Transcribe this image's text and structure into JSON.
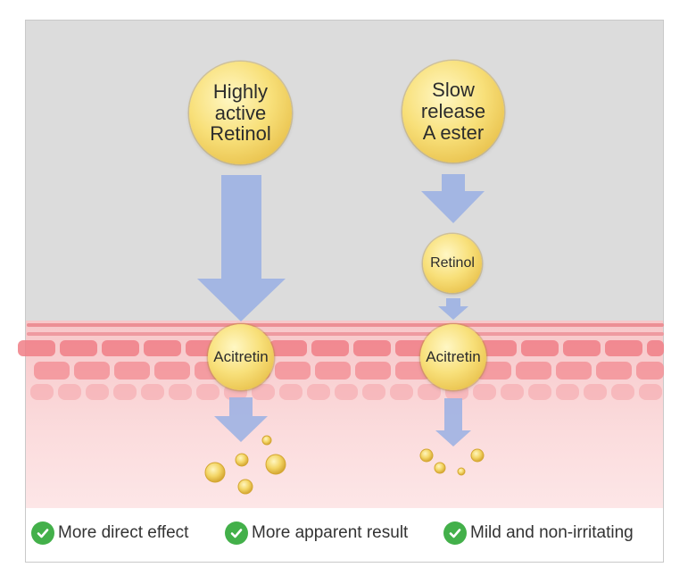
{
  "columns": [
    {
      "source": [
        "Highly",
        "active",
        "Retinol"
      ],
      "converted": "Acitretin"
    },
    {
      "source": [
        "Slow",
        "release",
        "A ester"
      ],
      "intermediate": "Retinol",
      "converted": "Acitretin"
    }
  ],
  "benefits": [
    {
      "icon": "check-icon",
      "label": "More direct effect"
    },
    {
      "icon": "check-icon",
      "label": "More apparent result"
    },
    {
      "icon": "check-icon",
      "label": "Mild and non-irritating"
    }
  ],
  "colors": {
    "background": "#dcdcdc",
    "skin": "#f7c7c9",
    "arrow": "#9fb3e3",
    "molecule": "#f3d565",
    "check": "#43b04a"
  }
}
